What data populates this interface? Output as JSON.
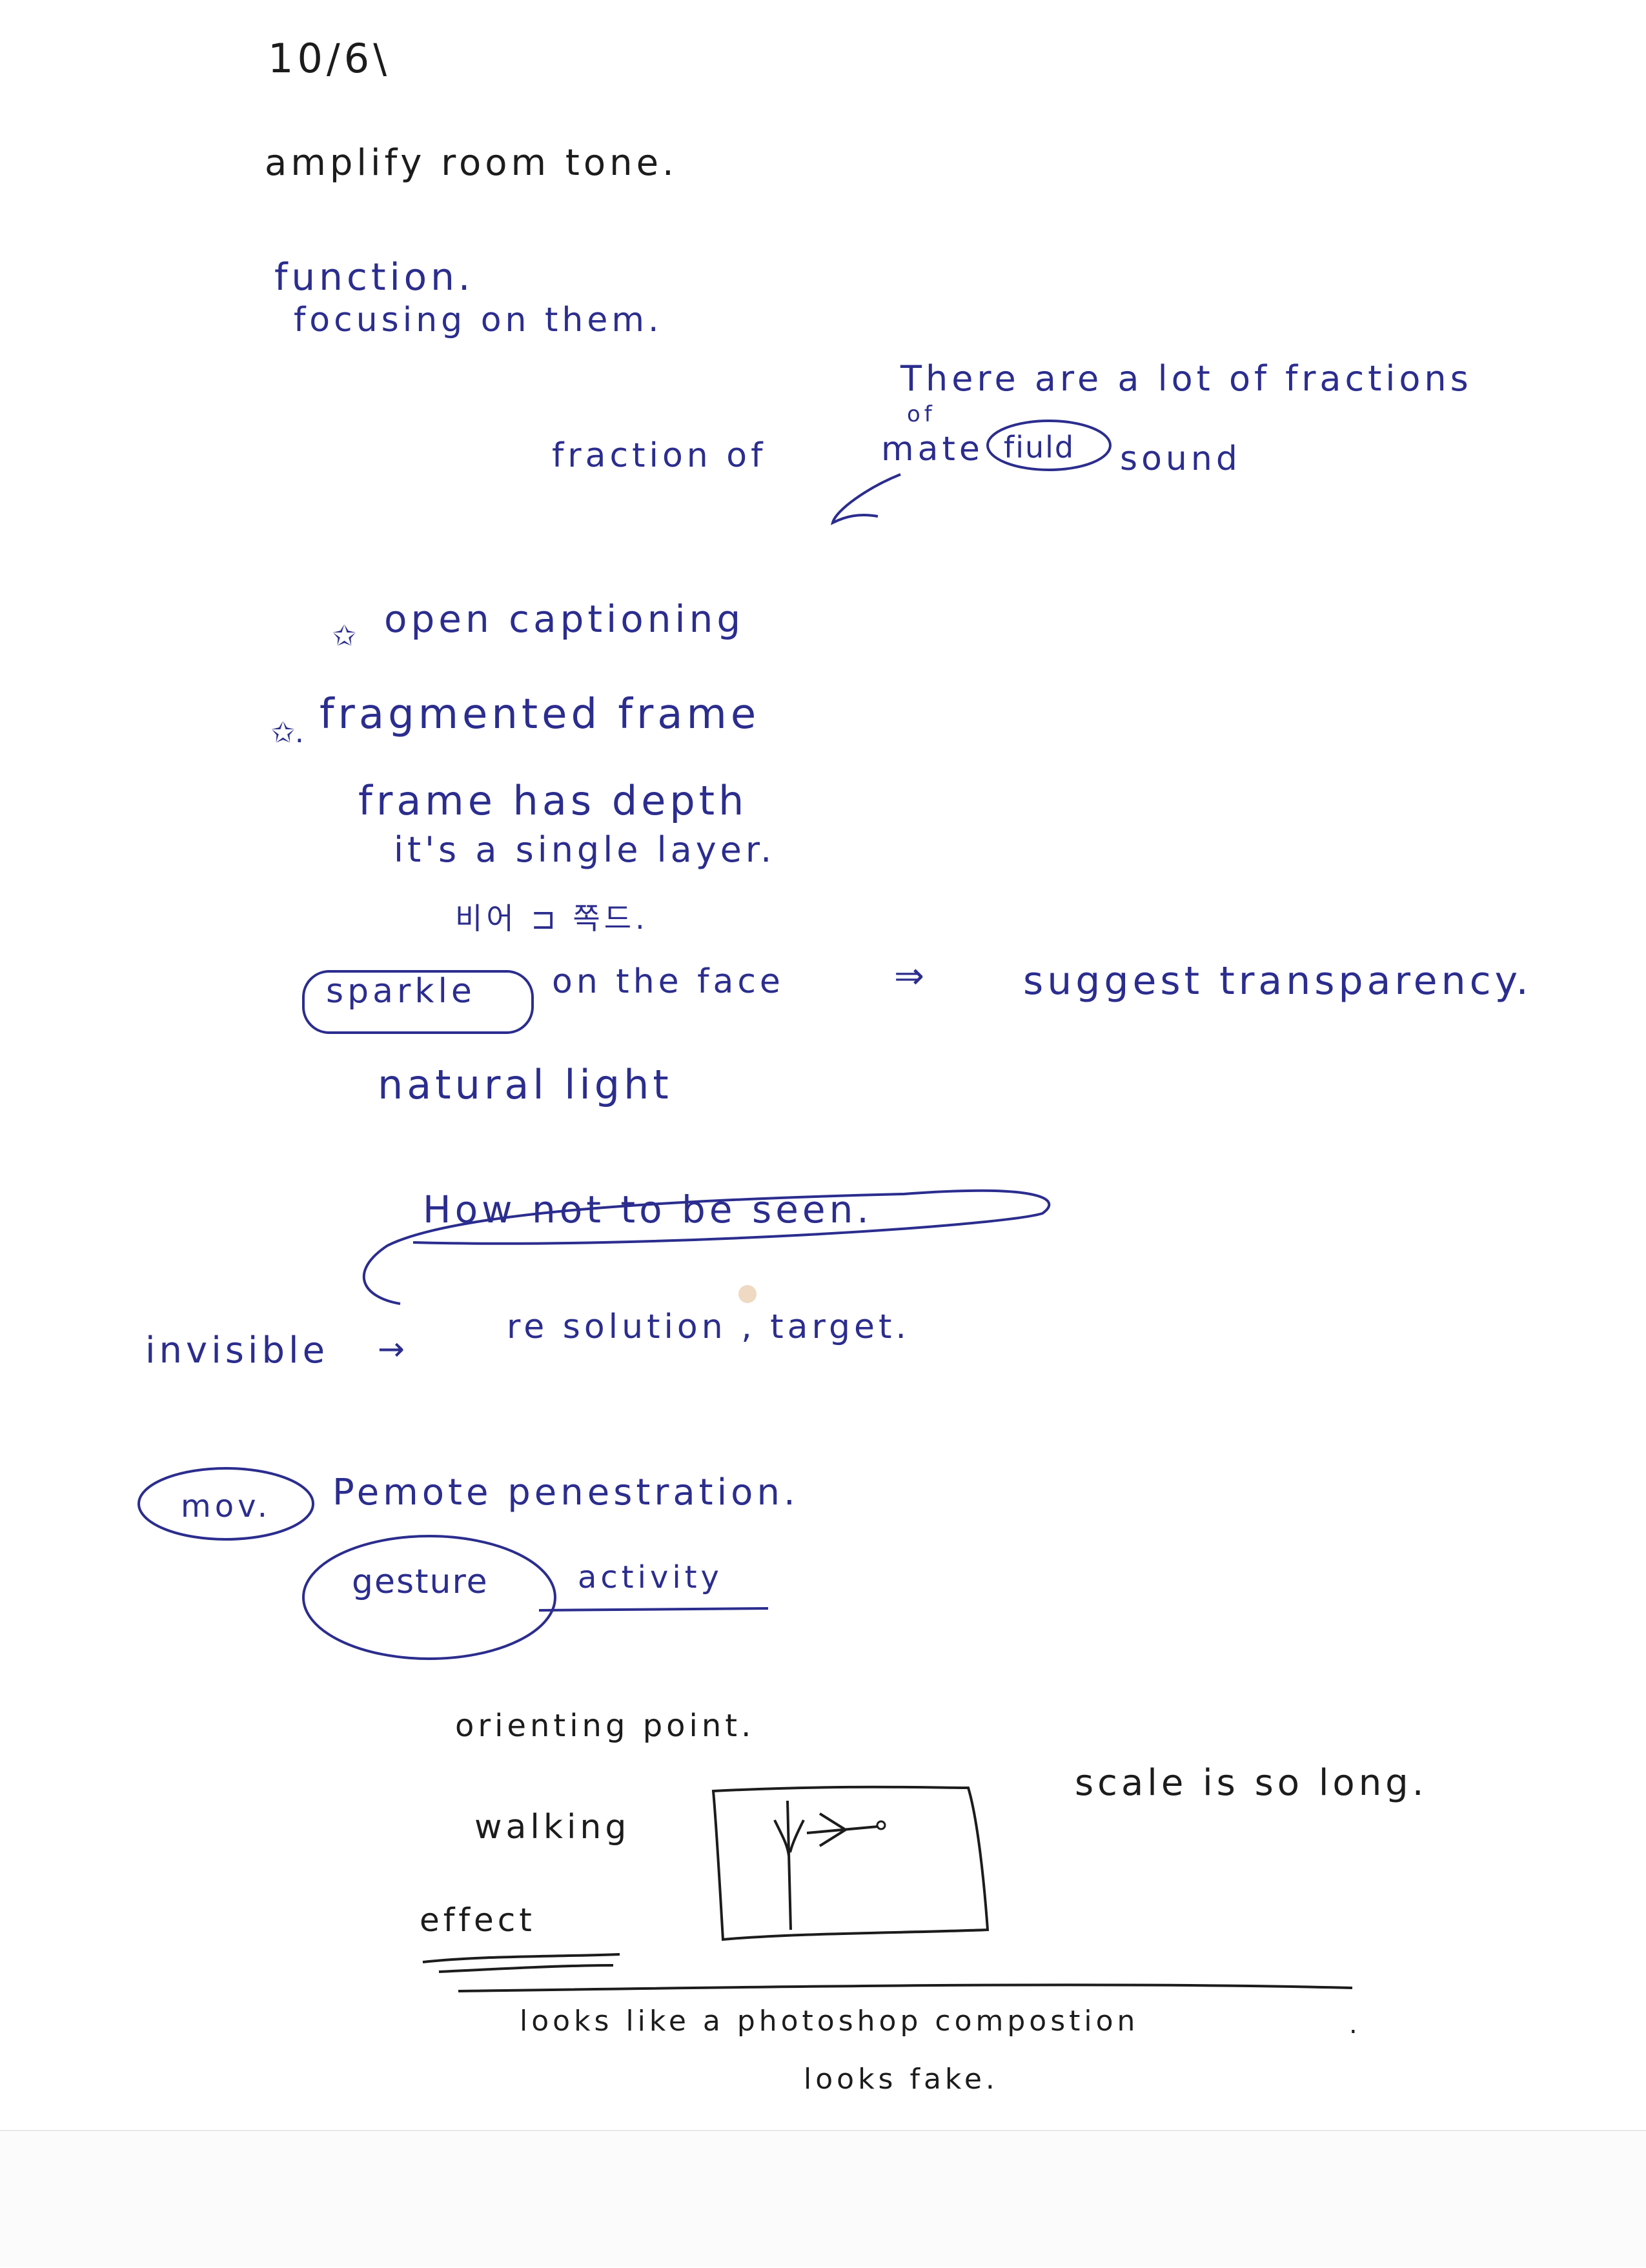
{
  "notes": {
    "date": "10/6\\",
    "line1": "amplify room tone.",
    "line2": "function.",
    "line3": "focusing on them.",
    "line4": "There are a lot of fractions",
    "line4b": "of",
    "line5_a": "fraction of",
    "line5_b": "mate",
    "line5_circled": "fiuld",
    "line5_c": "sound",
    "line6": "open captioning",
    "line7": "fragmented frame",
    "line8": "frame has depth",
    "line9": "it's a single layer.",
    "line10": "비어 ⊐ 쪽드.",
    "line11_circled": "sparkle",
    "line11_rest": "on the face",
    "line11_arrow": "⇒",
    "line11_end": "suggest transparency.",
    "line12": "natural light",
    "line13": "How not to be seen.",
    "line14_a": "invisible",
    "line14_arrow": "→",
    "line14_b": "re solution , target.",
    "line15_circled": "mov.",
    "line15_rest": "Pemote penestration.",
    "line16_circled": "gesture",
    "line16_rest": "activity",
    "line17": "orienting point.",
    "line18": "walking",
    "line19": "scale is so long.",
    "line20": "effect",
    "line21": "looks like a photoshop compostion",
    "line22": "looks fake."
  },
  "colors": {
    "blue_ink": "#2b2d8e",
    "black_ink": "#1c1c1c",
    "paper": "#ffffff"
  }
}
